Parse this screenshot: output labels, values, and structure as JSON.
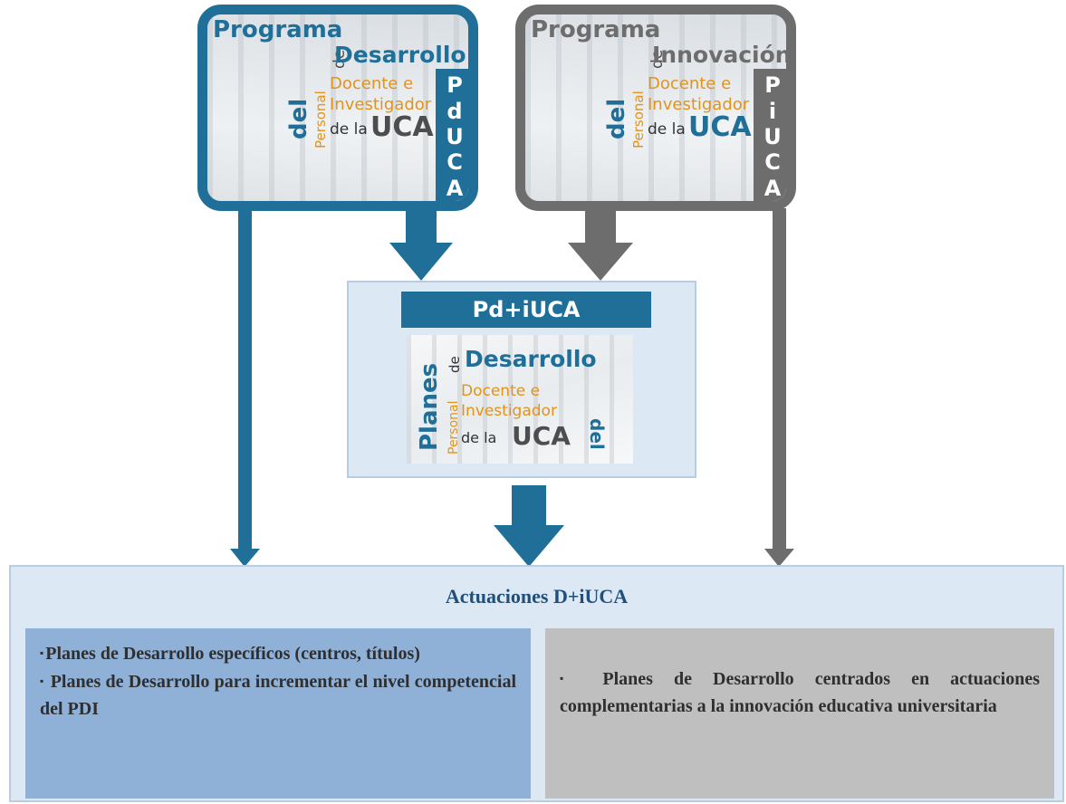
{
  "colors": {
    "blue": "#1f6f99",
    "gray": "#6d6d6d",
    "orange": "#e3921a",
    "light_blue_panel": "#dce8f4",
    "left_panel": "#8fb0d7",
    "right_panel": "#bfbfbf"
  },
  "pduca": {
    "line1": "Programa",
    "de": "de",
    "line2": "Desarrollo",
    "del": "del",
    "personal": "Personal",
    "docente": "Docente e",
    "investigador": "Investigador",
    "dela": "de la",
    "uca": "UCA",
    "acronym": [
      "P",
      "d",
      "U",
      "C",
      "A"
    ]
  },
  "piuca": {
    "line1": "Programa",
    "de": "de",
    "line2": "Innovación",
    "del": "del",
    "personal": "Personal",
    "docente": "Docente e",
    "investigador": "Investigador",
    "dela": "de la",
    "uca": "UCA",
    "acronym": [
      "P",
      "i",
      "U",
      "C",
      "A"
    ]
  },
  "pdiuca": {
    "title": "Pd+iUCA",
    "planes": "Planes",
    "de": "de",
    "desarrollo": "Desarrollo",
    "del": "del",
    "personal": "Personal",
    "docente": "Docente e",
    "investigador": "Investigador",
    "dela": "de la",
    "uca": "UCA"
  },
  "actuaciones": {
    "title": "Actuaciones D+iUCA",
    "bullet": "▪",
    "left_items": [
      "Planes de Desarrollo específicos (centros, títulos)",
      "Planes de Desarrollo para incrementar el nivel competencial del PDI"
    ],
    "right_items": [
      "Planes de Desarrollo centrados en actuaciones complementarias a la innovación educativa universitaria"
    ]
  }
}
